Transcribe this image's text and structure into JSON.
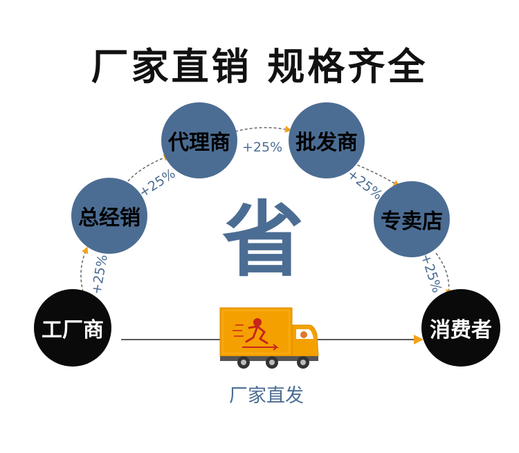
{
  "title": "厂家直销 规格齐全",
  "nodes": {
    "factory": "工厂商",
    "distributor": "总经销",
    "agent": "代理商",
    "wholesaler": "批发商",
    "store": "专卖店",
    "consumer": "消费者"
  },
  "markups": [
    "+25%",
    "+25%",
    "+25%",
    "+25%",
    "+25%"
  ],
  "center_char": "省",
  "caption": "厂家直发",
  "colors": {
    "node_blue": "#4c6d93",
    "node_black": "#0a0a0a",
    "arrow_orange": "#f4a21a",
    "truck_orange": "#f4a000"
  },
  "icons": [
    "truck-icon"
  ]
}
